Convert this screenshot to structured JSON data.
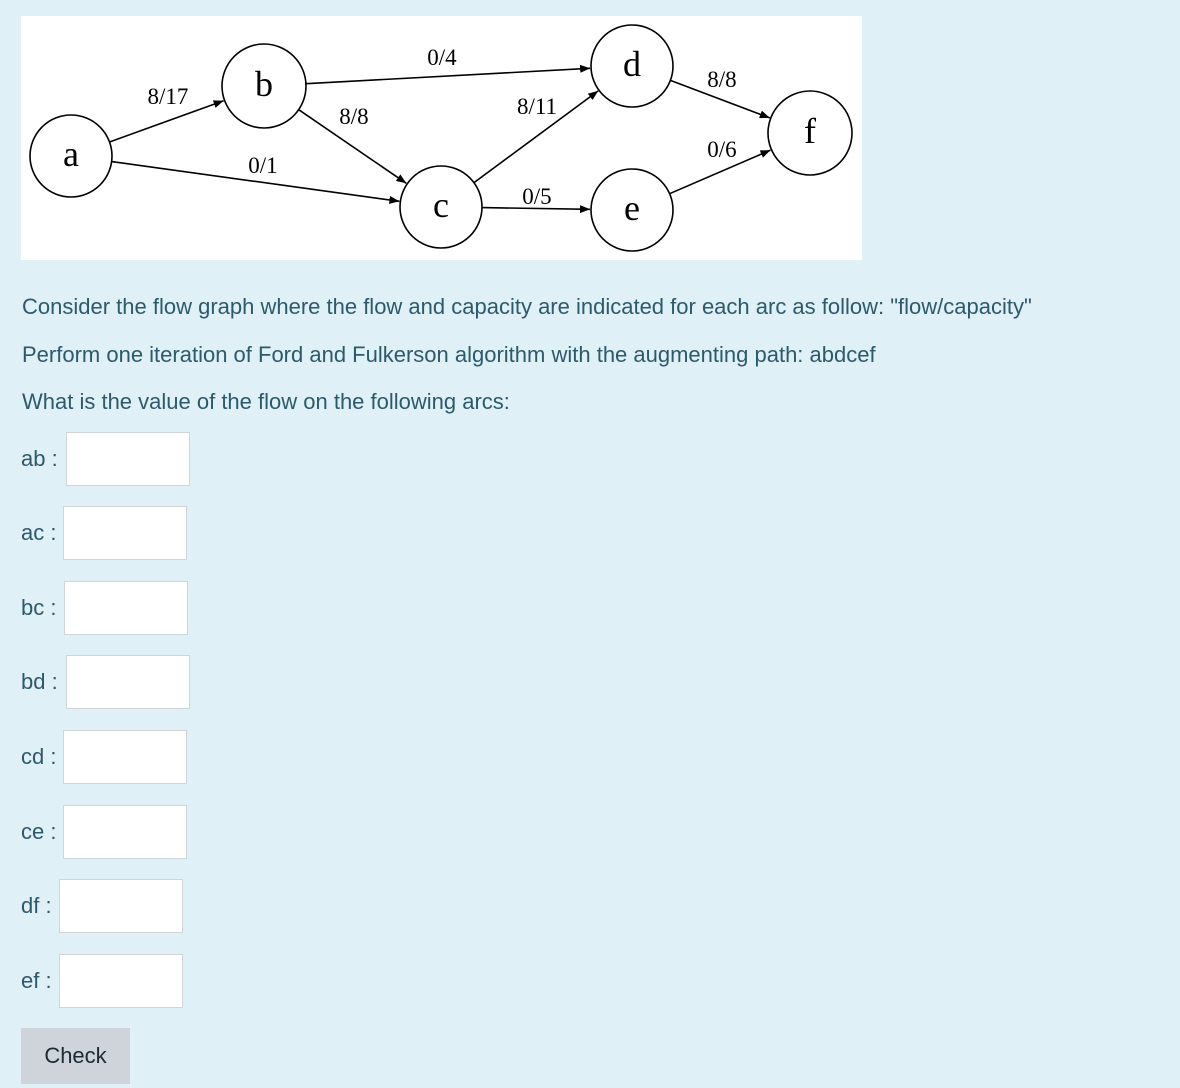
{
  "graph": {
    "nodes": [
      {
        "id": "a",
        "label": "a"
      },
      {
        "id": "b",
        "label": "b"
      },
      {
        "id": "c",
        "label": "c"
      },
      {
        "id": "d",
        "label": "d"
      },
      {
        "id": "e",
        "label": "e"
      },
      {
        "id": "f",
        "label": "f"
      }
    ],
    "edges": [
      {
        "id": "ab",
        "from": "a",
        "to": "b",
        "label": "8/17",
        "flow": 8,
        "capacity": 17
      },
      {
        "id": "ac",
        "from": "a",
        "to": "c",
        "label": "0/1",
        "flow": 0,
        "capacity": 1
      },
      {
        "id": "bc",
        "from": "b",
        "to": "c",
        "label": "8/8",
        "flow": 8,
        "capacity": 8
      },
      {
        "id": "bd",
        "from": "b",
        "to": "d",
        "label": "0/4",
        "flow": 0,
        "capacity": 4
      },
      {
        "id": "cd",
        "from": "c",
        "to": "d",
        "label": "8/11",
        "flow": 8,
        "capacity": 11
      },
      {
        "id": "ce",
        "from": "c",
        "to": "e",
        "label": "0/5",
        "flow": 0,
        "capacity": 5
      },
      {
        "id": "df",
        "from": "d",
        "to": "f",
        "label": "8/8",
        "flow": 8,
        "capacity": 8
      },
      {
        "id": "ef",
        "from": "e",
        "to": "f",
        "label": "0/6",
        "flow": 0,
        "capacity": 6
      }
    ]
  },
  "question": {
    "line1": "Consider the flow graph where the flow and capacity are indicated for each arc as follow: \"flow/capacity\"",
    "line2": "Perform one iteration of Ford and Fulkerson algorithm with the augmenting path: abdcef",
    "line3": "What is the value of the flow on the following arcs:"
  },
  "fields": [
    {
      "label": "ab :",
      "value": ""
    },
    {
      "label": "ac :",
      "value": ""
    },
    {
      "label": "bc :",
      "value": ""
    },
    {
      "label": "bd :",
      "value": ""
    },
    {
      "label": "cd :",
      "value": ""
    },
    {
      "label": "ce :",
      "value": ""
    },
    {
      "label": "df :",
      "value": ""
    },
    {
      "label": "ef :",
      "value": ""
    }
  ],
  "check_button": {
    "label": "Check"
  }
}
